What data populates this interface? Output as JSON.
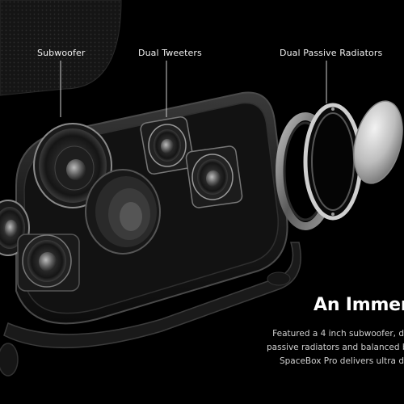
{
  "callouts": {
    "subwoofer": "Subwoofer",
    "dual_tweeters": "Dual Tweeters",
    "dual_passive_radiators": "Dual Passive Radiators"
  },
  "headline": "An Immers",
  "description_lines": [
    "Featured a 4 inch subwoofer, d",
    "passive radiators and balanced b",
    "SpaceBox Pro delivers ultra d"
  ],
  "colors": {
    "background": "#000000",
    "text": "#ffffff",
    "body_text": "#cfcfcf"
  }
}
